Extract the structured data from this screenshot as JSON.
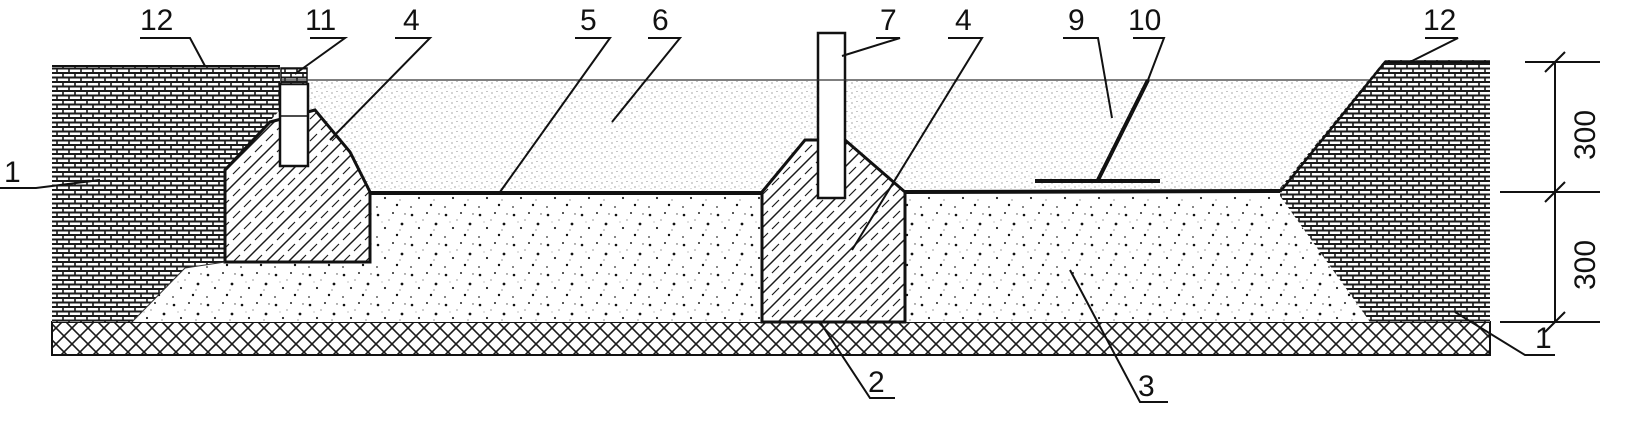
{
  "diagram": {
    "callouts": [
      {
        "id": "c12a",
        "text": "12"
      },
      {
        "id": "c11",
        "text": "11"
      },
      {
        "id": "c4a",
        "text": "4"
      },
      {
        "id": "c5",
        "text": "5"
      },
      {
        "id": "c6",
        "text": "6"
      },
      {
        "id": "c7",
        "text": "7"
      },
      {
        "id": "c4b",
        "text": "4"
      },
      {
        "id": "c9",
        "text": "9"
      },
      {
        "id": "c10",
        "text": "10"
      },
      {
        "id": "c12b",
        "text": "12"
      },
      {
        "id": "c1a",
        "text": "1"
      },
      {
        "id": "c2",
        "text": "2"
      },
      {
        "id": "c3",
        "text": "3"
      },
      {
        "id": "c1b",
        "text": "1"
      }
    ],
    "dimensions": [
      {
        "id": "d-upper",
        "text": "300"
      },
      {
        "id": "d-lower",
        "text": "300"
      }
    ],
    "colors": {
      "ink": "#111111",
      "background": "#ffffff"
    }
  }
}
